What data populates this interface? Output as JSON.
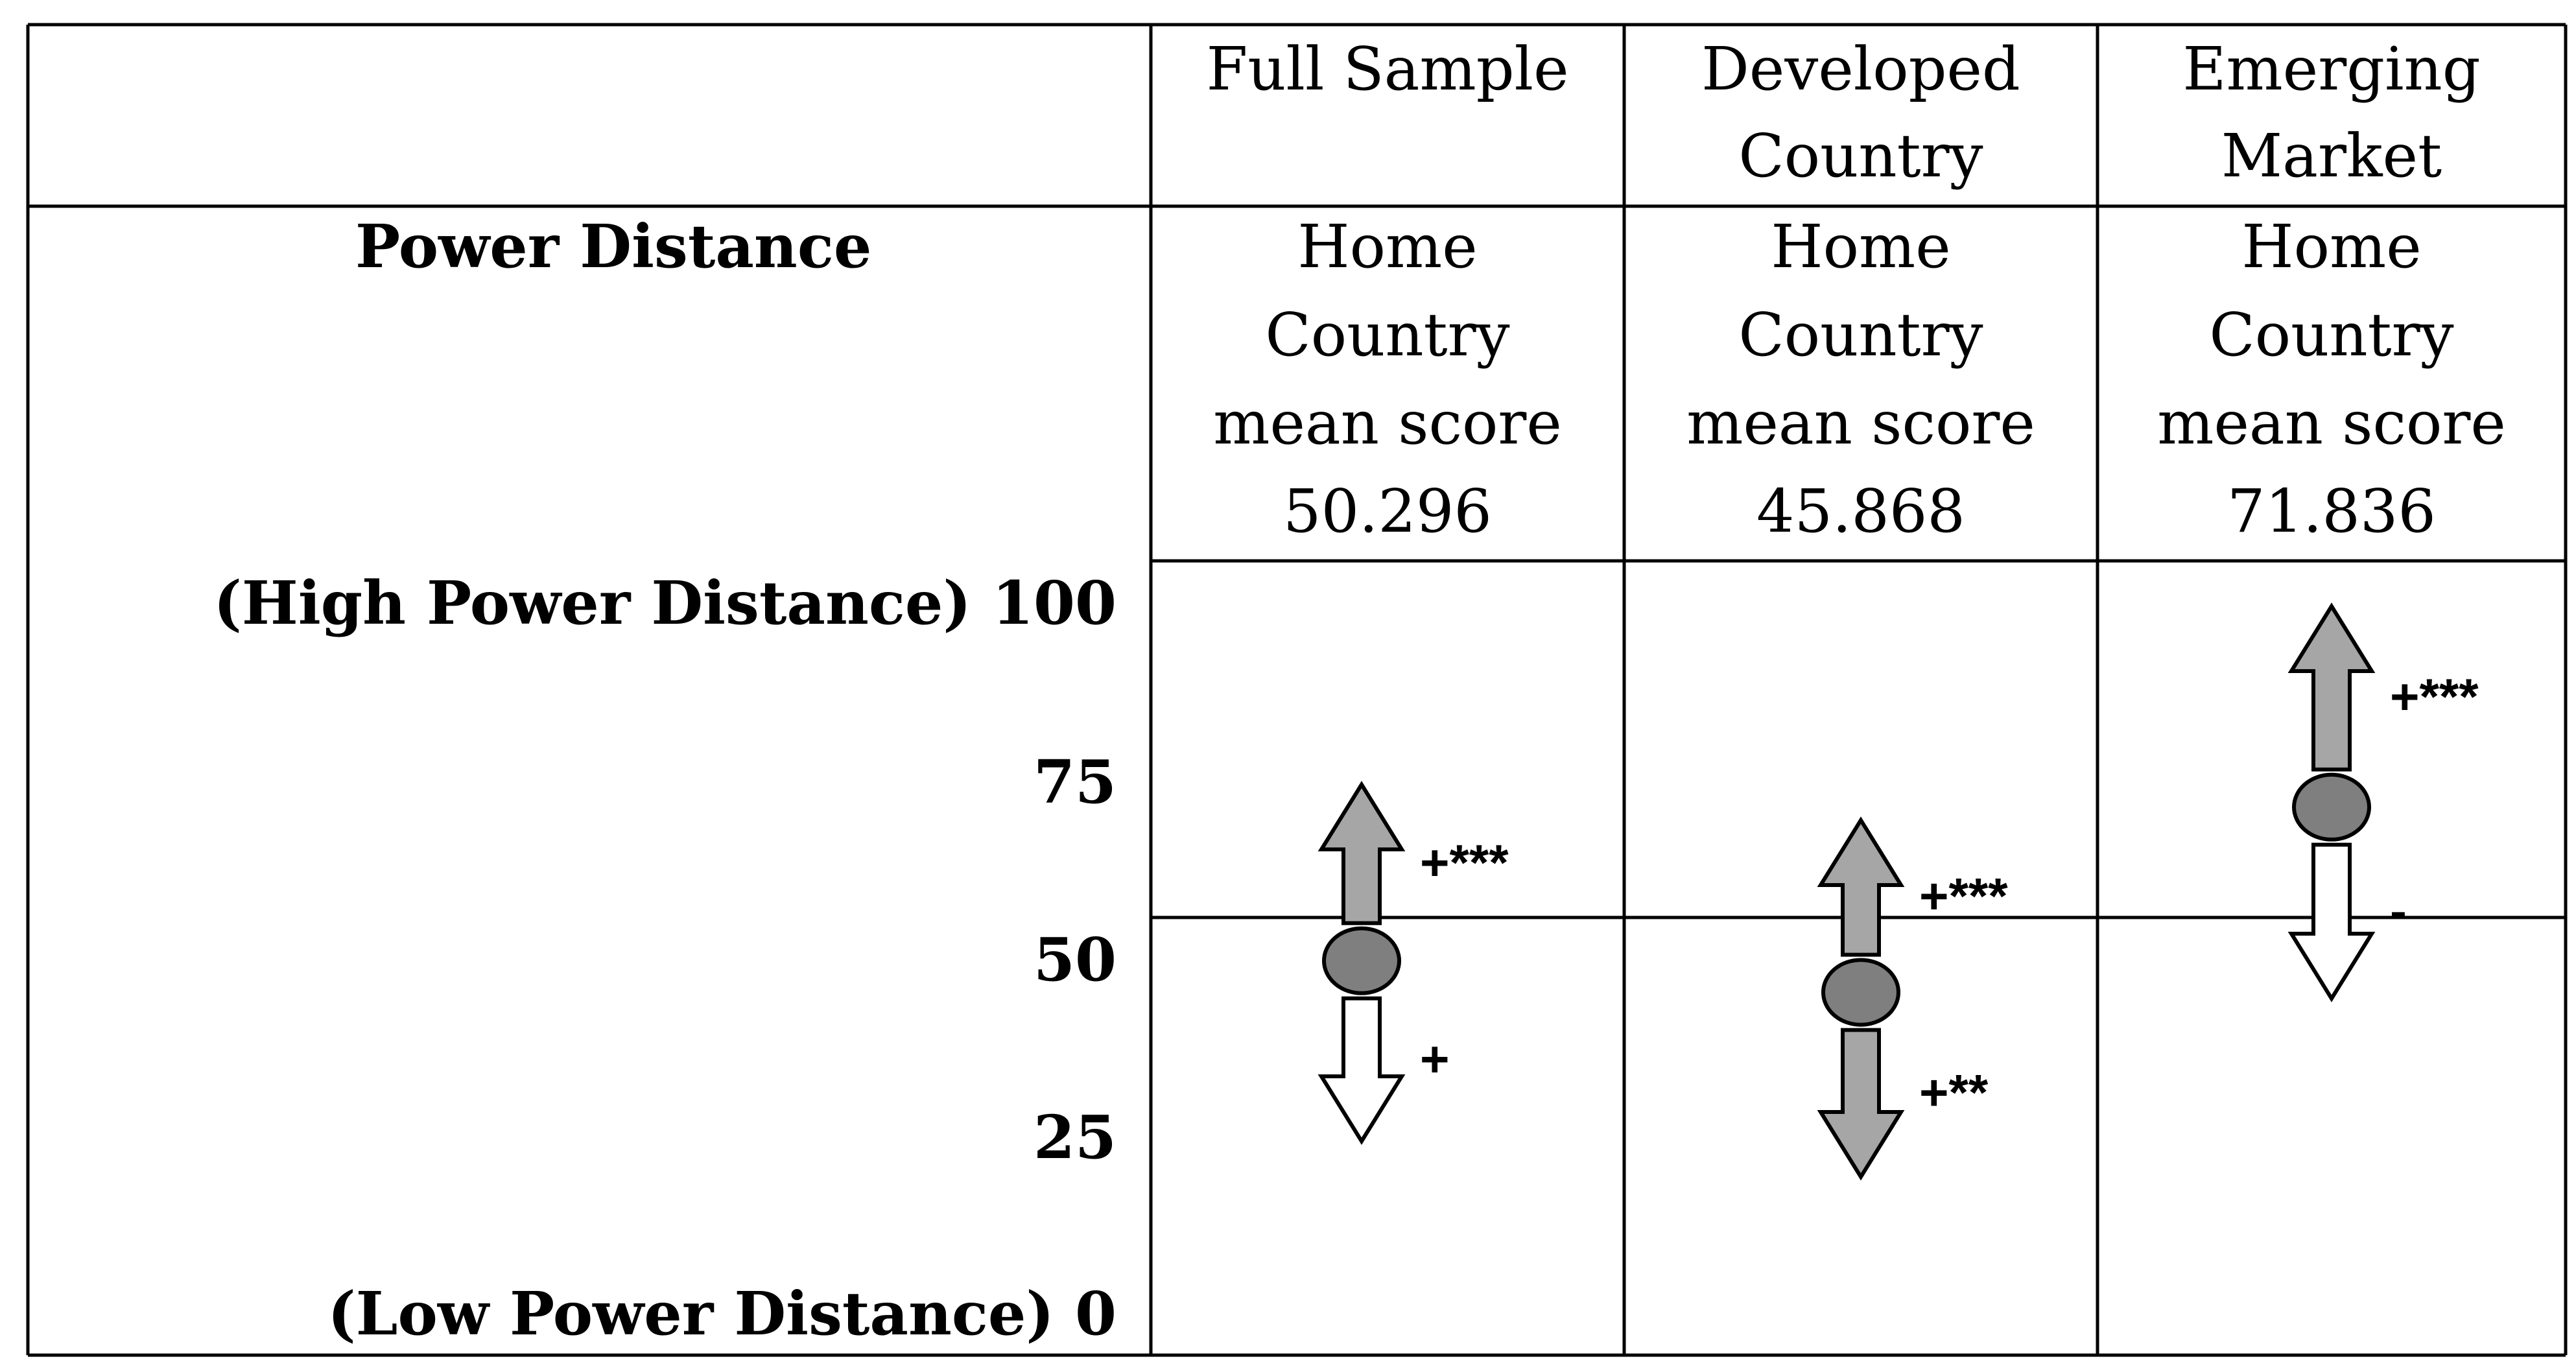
{
  "header": {
    "col1": [
      "Full Sample"
    ],
    "col2": [
      "Developed",
      "Country"
    ],
    "col3": [
      "Emerging",
      "Market"
    ]
  },
  "row_label": "Power Distance",
  "mean_rows": {
    "full_sample": [
      "Home",
      "Country",
      "mean score",
      "50.296"
    ],
    "developed": [
      "Home",
      "Country",
      "mean score",
      "45.868"
    ],
    "emerging": [
      "Home",
      "Country",
      "mean score",
      "71.836"
    ]
  },
  "scale": {
    "top": "(High Power Distance) 100",
    "t75": "75",
    "t50": "50",
    "t25": "25",
    "bottom": "(Low Power Distance) 0"
  },
  "colors": {
    "line": "#000000",
    "arrow_gray": "#a6a6a6",
    "arrow_white": "#ffffff",
    "dot_gray": "#7f7f7f"
  },
  "markers": [
    {
      "name": "full-sample",
      "dot_value": 50.296,
      "up": {
        "to_value": 75,
        "fill": "gray",
        "sign": "+***"
      },
      "down": {
        "to_value": 25,
        "fill": "white",
        "sign": "+"
      }
    },
    {
      "name": "developed-country",
      "dot_value": 45.868,
      "up": {
        "to_value": 70,
        "fill": "gray",
        "sign": "+***"
      },
      "down": {
        "to_value": 20,
        "fill": "gray",
        "sign": "+**"
      }
    },
    {
      "name": "emerging-market",
      "dot_value": 71.836,
      "up": {
        "to_value": 100,
        "fill": "gray",
        "sign": "+***"
      },
      "down": {
        "to_value": 45,
        "fill": "white",
        "sign": "-"
      }
    }
  ]
}
